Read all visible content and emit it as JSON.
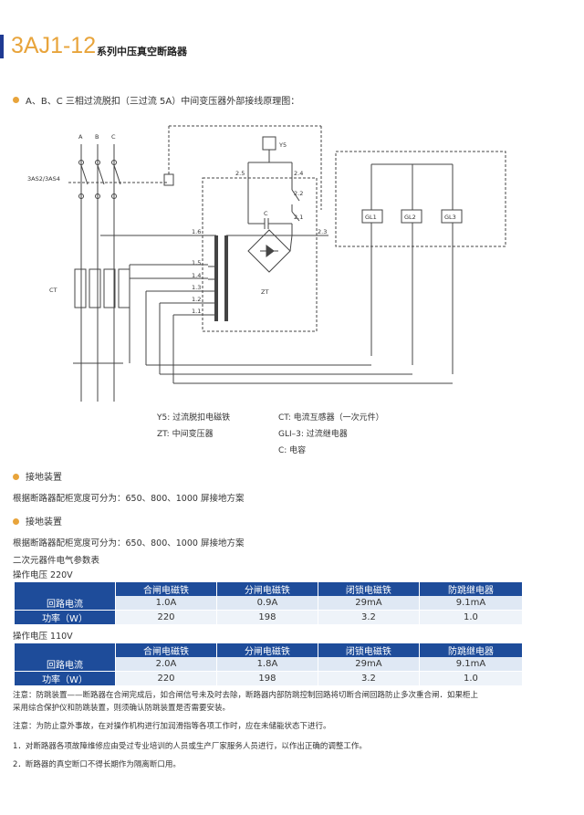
{
  "header": {
    "code": "3AJ1-12",
    "title": "系列中压真空断路器"
  },
  "diagram_section": {
    "heading": "A、B、C 三相过流脱扣（三过流 5A）中间变压器外部接线原理图："
  },
  "diagram": {
    "phase_labels": [
      "A",
      "B",
      "C"
    ],
    "switch_label": "3AS2/3AS4",
    "ct_label": "CT",
    "zt_label": "ZT",
    "y5_label": "Y5",
    "c_label": "C",
    "terminals": [
      "2.5",
      "2.4",
      "2.2",
      "2.1",
      "1.6",
      "2.3",
      "1.5",
      "1.4",
      "1.3",
      "1.2",
      "1.1"
    ],
    "relays": [
      "GL1",
      "GL2",
      "GL3"
    ]
  },
  "legend": {
    "y5": "Y5: 过流脱扣电磁铁",
    "ct": "CT: 电流互感器（一次元件）",
    "zt": "ZT: 中间变压器",
    "gl": "GLI–3: 过流继电器",
    "c": "C: 电容"
  },
  "grounding1": {
    "heading": "接地装置",
    "text": "根据断路器配柜宽度可分为：650、800、1000 屏接地方案"
  },
  "grounding2": {
    "heading": "接地装置",
    "text": "根据断路器配柜宽度可分为：650、800、1000 屏接地方案"
  },
  "params": {
    "title": "二次元器件电气参数表",
    "table_220": {
      "voltage_label": "操作电压 220V",
      "columns": [
        "合闸电磁铁",
        "分闸电磁铁",
        "闭锁电磁铁",
        "防跳继电器"
      ],
      "rows": [
        {
          "label": "回路电流",
          "values": [
            "1.0A",
            "0.9A",
            "29mA",
            "9.1mA"
          ]
        },
        {
          "label": "功率（W）",
          "values": [
            "220",
            "198",
            "3.2",
            "1.0"
          ]
        }
      ]
    },
    "table_110": {
      "voltage_label": "操作电压 110V",
      "columns": [
        "合闸电磁铁",
        "分闸电磁铁",
        "闭锁电磁铁",
        "防跳继电器"
      ],
      "rows": [
        {
          "label": "回路电流",
          "values": [
            "2.0A",
            "1.8A",
            "29mA",
            "9.1mA"
          ]
        },
        {
          "label": "功率（W）",
          "values": [
            "220",
            "198",
            "3.2",
            "1.0"
          ]
        }
      ]
    }
  },
  "notes": {
    "note1_line1": "注意：防跳装置——断路器在合闸完成后，如合闸信号未及时去除，断路器内部防跳控制回路将切断合闸回路防止多次重合闸．如果柜上",
    "note1_line2": "采用综合保护仪和防跳装置，则须确认防跳装置是否需要安装。",
    "note2": "注意：为防止意外事故，在对操作机构进行加润滑指等各项工作时，应在未储能状态下进行。",
    "item1": "1．对断路器各项故障维修应由受过专业培训的人员或生产厂家服务人员进行，以作出正确的调整工作。",
    "item2": "2．断路器的真空断口不得长期作为隔离断口用。"
  },
  "colors": {
    "accent_orange": "#e8a43b",
    "table_blue": "#1e4c9a",
    "brand_bar": "#1f3a93"
  }
}
